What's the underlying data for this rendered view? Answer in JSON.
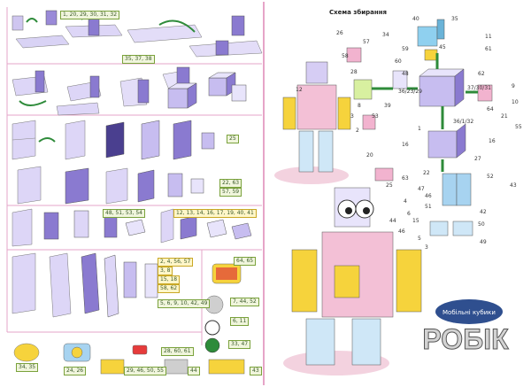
{
  "left_labels": {
    "l1": "1, 20, 29, 30, 31, 32",
    "l2": "35, 37, 38",
    "l3": "25",
    "l4a": "22, 63",
    "l4b": "57, 59",
    "l5": "48, 51, 53, 54",
    "l6": "12, 13, 14, 16, 17, 19, 40, 41",
    "l7a": "2, 4, 56, 57",
    "l7b": "3, 8",
    "l7c": "15, 18",
    "l7d": "58, 62",
    "l8": "5, 6, 9, 10, 42, 49",
    "p1": "64, 65",
    "p2": "7, 44, 52",
    "p3": "6, 11",
    "p4": "33, 47",
    "p5": "28, 60, 61",
    "p6": "34, 35",
    "p7": "24, 26",
    "p8": "29, 46, 50, 55",
    "p9": "44",
    "p10": "43"
  },
  "scheme": {
    "title": "Схема збирання",
    "numbers": [
      "26",
      "57",
      "34",
      "58",
      "40",
      "35",
      "59",
      "45",
      "11",
      "61",
      "60",
      "28",
      "48",
      "37/30/31",
      "9",
      "39",
      "62",
      "36/23/29",
      "10",
      "8",
      "21",
      "3",
      "53",
      "36/1/32",
      "2",
      "64",
      "55",
      "16",
      "1",
      "20",
      "16",
      "27",
      "63",
      "25",
      "22",
      "47",
      "46",
      "51",
      "52",
      "43",
      "4",
      "6",
      "44",
      "15",
      "42",
      "50",
      "49",
      "46",
      "5",
      "12",
      "3"
    ]
  },
  "brand": {
    "logo_text": "Мобільні кубики",
    "product_name": "РОБІК"
  },
  "colors": {
    "purple": "#9a8ad8",
    "purple_light": "#d6cdf4",
    "green": "#2e8b3a",
    "yellow": "#f6d33c",
    "pink": "#f2b3cf",
    "blue": "#a7d3f0",
    "label_green": "#7aa23c"
  }
}
